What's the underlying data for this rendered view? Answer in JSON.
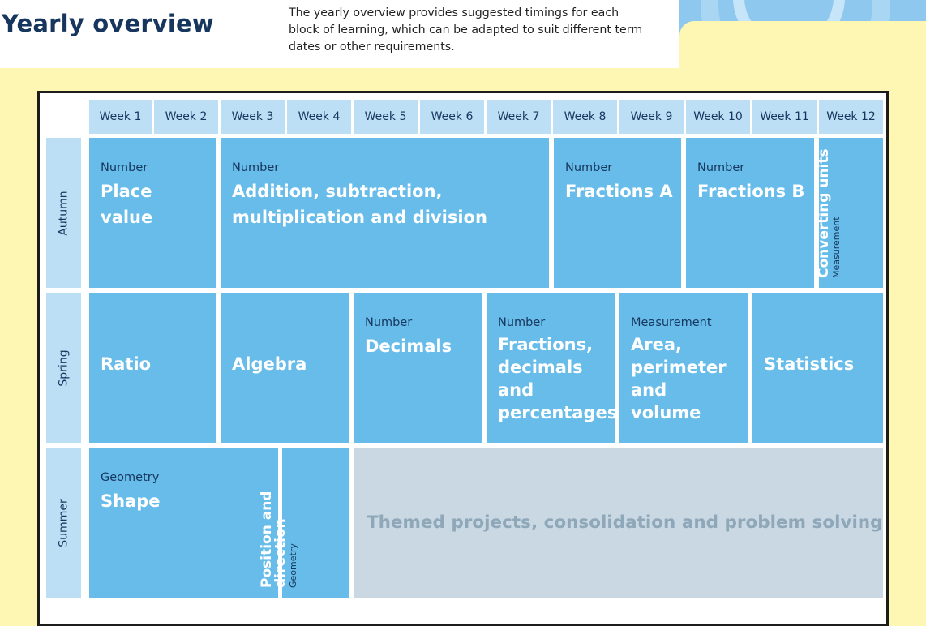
{
  "header": {
    "title": "Yearly overview",
    "description": "The yearly overview provides suggested timings for each block of learning, which can be adapted to suit different term dates or other requirements."
  },
  "weeks": [
    "Week 1",
    "Week 2",
    "Week 3",
    "Week 4",
    "Week 5",
    "Week 6",
    "Week 7",
    "Week 8",
    "Week 9",
    "Week 10",
    "Week 11",
    "Week 12"
  ],
  "terms": {
    "autumn": "Autumn",
    "spring": "Spring",
    "summer": "Summer"
  },
  "autumn": {
    "place_value": {
      "strand": "Number",
      "name": "Place value"
    },
    "addition": {
      "strand": "Number",
      "name_line1": "Addition, subtraction,",
      "name_line2": "multiplication and division"
    },
    "fractions_a": {
      "strand": "Number",
      "name": "Fractions A"
    },
    "fractions_b": {
      "strand": "Number",
      "name": "Fractions B"
    },
    "converting": {
      "strand": "Measurement",
      "name": "Converting units"
    }
  },
  "spring": {
    "ratio": {
      "name": "Ratio"
    },
    "algebra": {
      "name": "Algebra"
    },
    "decimals": {
      "strand": "Number",
      "name": "Decimals"
    },
    "fdp": {
      "strand": "Number",
      "lines": [
        "Fractions,",
        "decimals",
        "and",
        "percentages"
      ]
    },
    "area": {
      "strand": "Measurement",
      "lines": [
        "Area,",
        "perimeter",
        "and",
        "volume"
      ]
    },
    "statistics": {
      "name": "Statistics"
    }
  },
  "summer": {
    "shape": {
      "strand": "Geometry",
      "name": "Shape"
    },
    "position": {
      "strand": "Geometry",
      "name_line1": "Position and",
      "name_line2": "direction"
    },
    "themed": {
      "name": "Themed projects, consolidation and problem solving"
    }
  },
  "colors": {
    "block": "#67bcea",
    "header_cell": "#bcdff6",
    "background": "#fdf7b3",
    "title": "#17365d",
    "grey_block": "#c9d8e2"
  }
}
